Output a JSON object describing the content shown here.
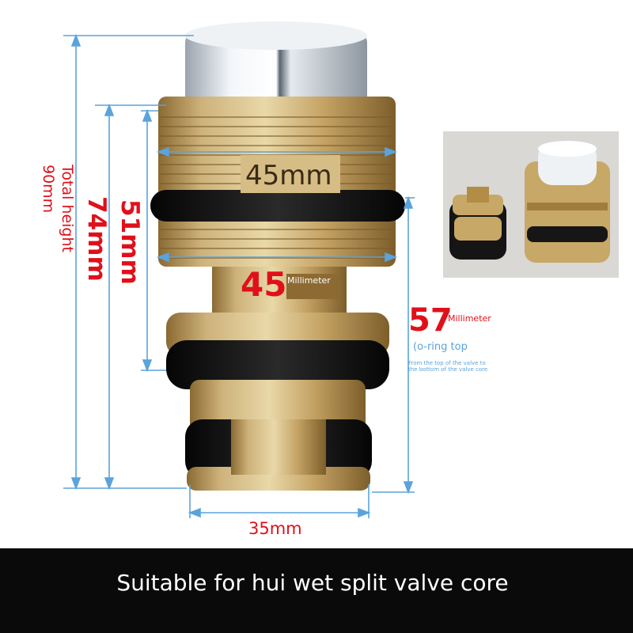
{
  "labels": {
    "diameter_top": "45mm",
    "diameter_mid_value": "45",
    "diameter_mid_unit": "Millimeter",
    "total_height_line1": "Total height",
    "total_height_line2": "90mm",
    "height_74": "74mm",
    "height_51": "51mm",
    "height_57_value": "57",
    "height_57_unit": "Millimeter",
    "oring_note": "(o-ring top",
    "small_note_line1": "From the top of the valve to",
    "small_note_line2": "the bottom of the valve core",
    "base_diameter": "35mm"
  },
  "caption": "Suitable for hui wet split valve core",
  "colors": {
    "dimension_blue": "#5aa3dc",
    "red_text": "#e0101a",
    "brass": "#c8a867",
    "chrome": "#e8ecf0",
    "rubber": "#121212",
    "caption_bar": "#0a0a0a"
  }
}
